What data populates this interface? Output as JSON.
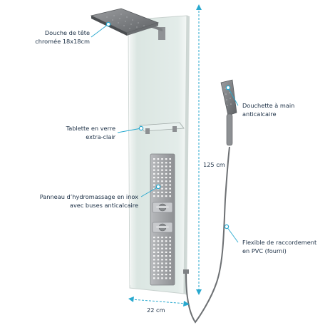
{
  "colors": {
    "accent": "#29a9cf",
    "text": "#1a2e44",
    "glass": "#dfe9e6",
    "steel": "#9ea0a3"
  },
  "callouts": {
    "head_shower": {
      "line1": "Douche de tête",
      "line2": "chromée 18x18cm"
    },
    "shelf": {
      "line1": "Tablette en verre",
      "line2": "extra-clair"
    },
    "panel": {
      "line1": "Panneau d’hydromassage en inox",
      "line2": "avec buses anticalcaire"
    },
    "hand_shower": {
      "line1": "Douchette à main",
      "line2": "anticalcaire"
    },
    "hose": {
      "line1": "Flexible de raccordement",
      "line2": "en PVC (fourni)"
    }
  },
  "dimensions": {
    "height": "125 cm",
    "width": "22 cm"
  }
}
